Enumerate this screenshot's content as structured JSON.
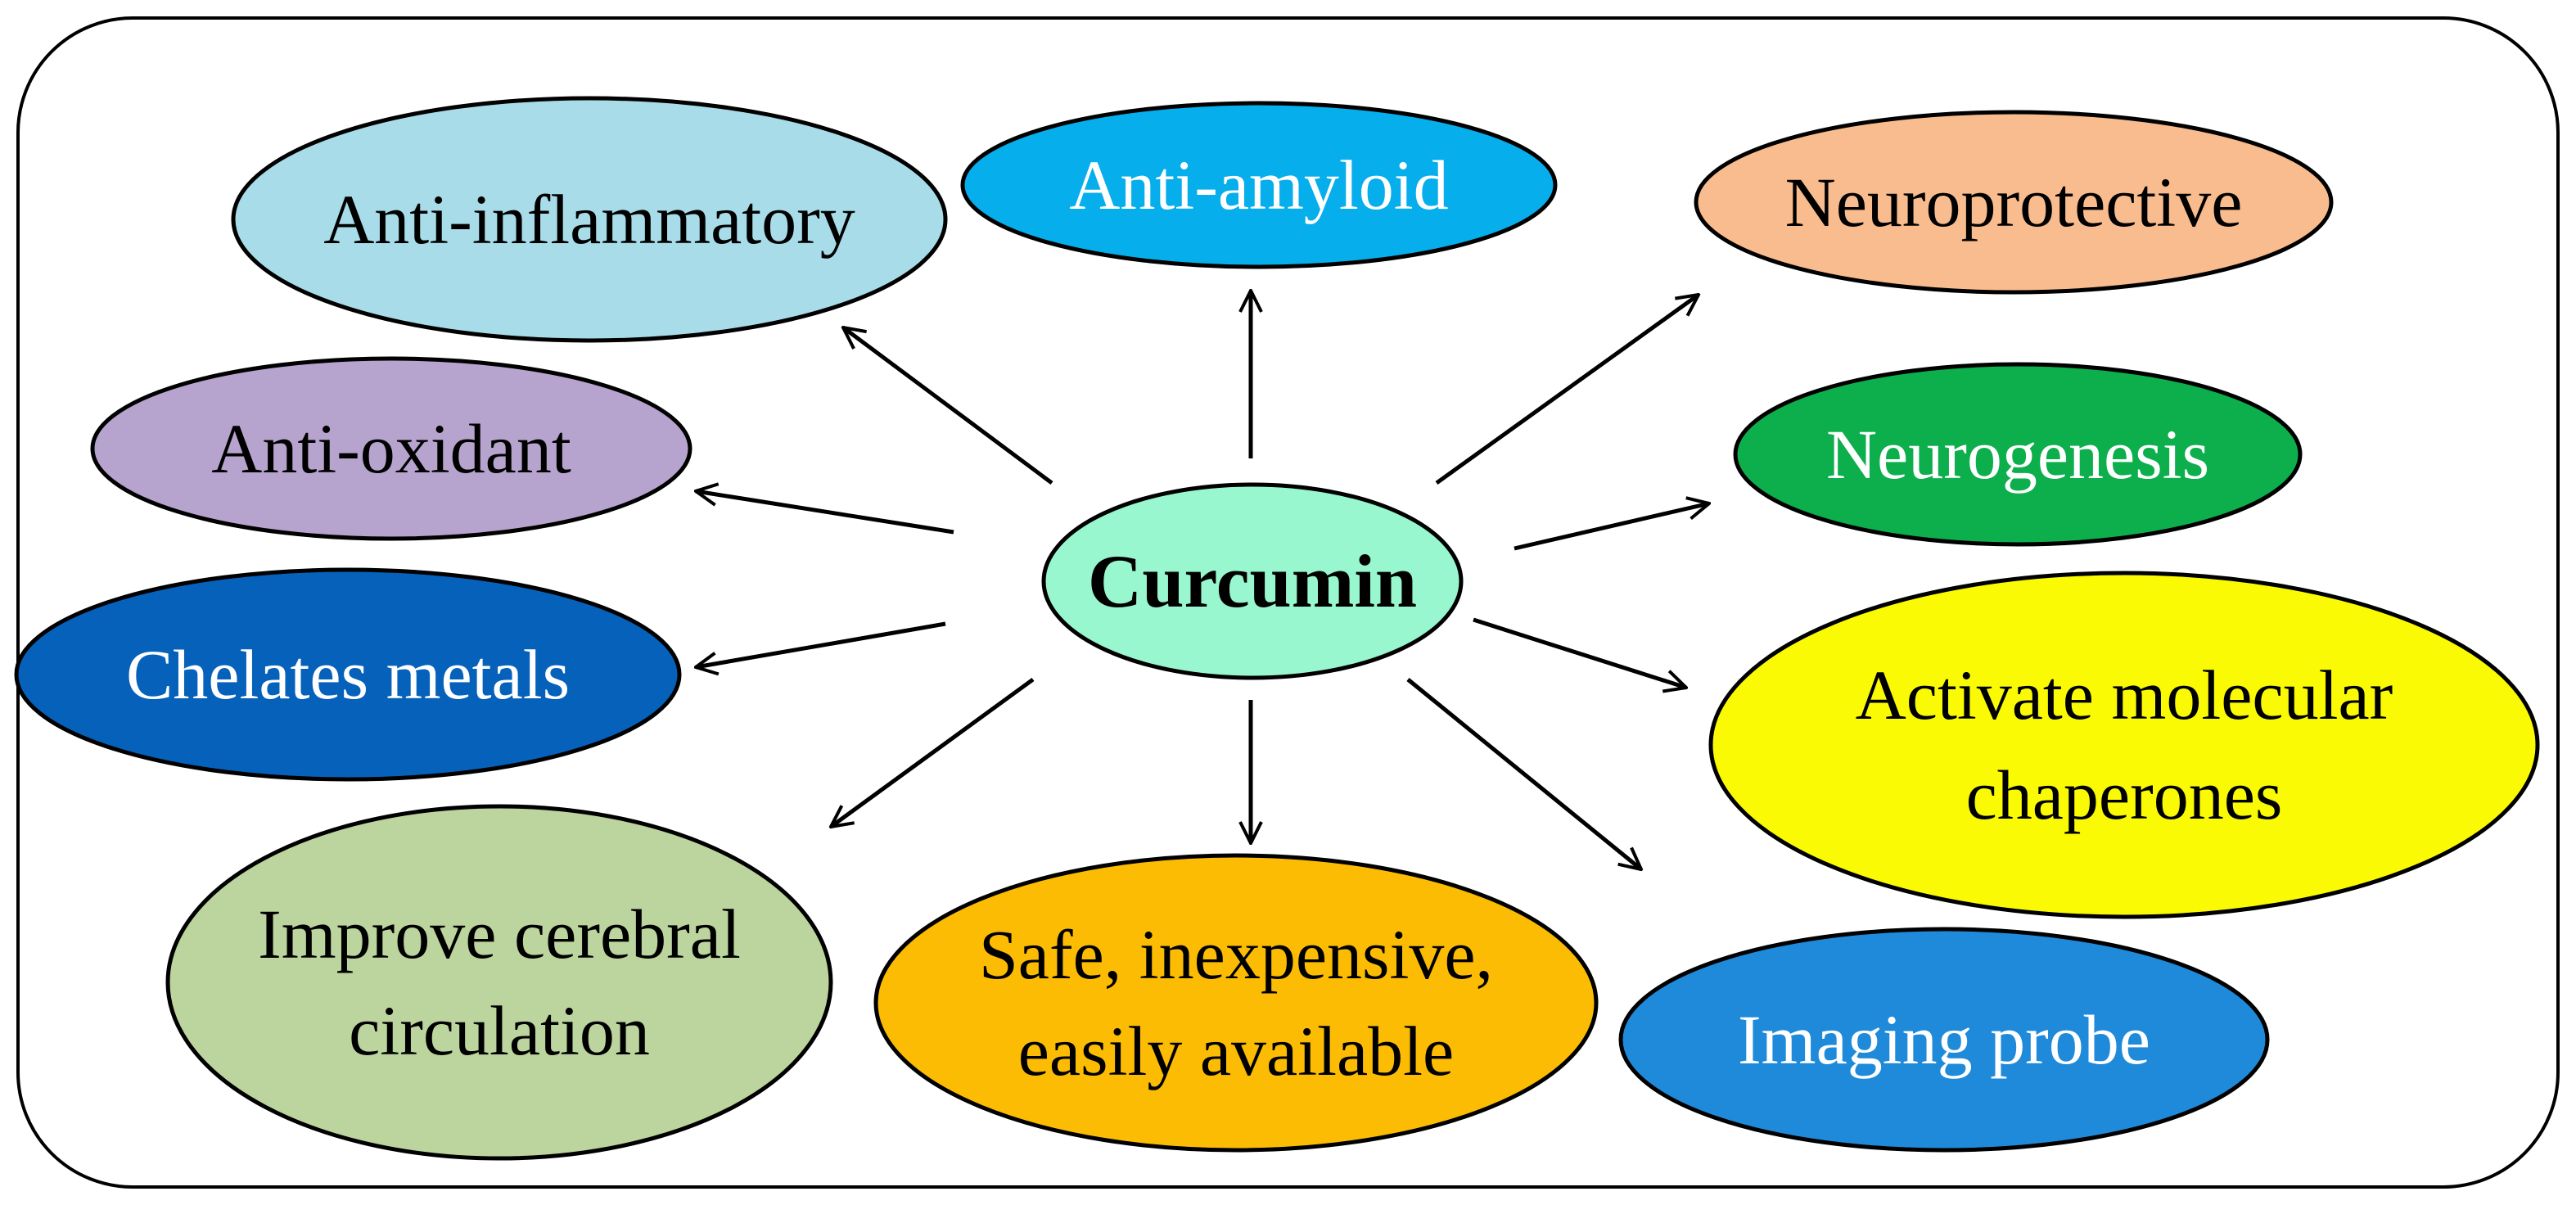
{
  "center": {
    "label": "Curcumin",
    "fill": "#99F7CF",
    "text_color": "#000000"
  },
  "nodes": [
    {
      "id": "anti-inflammatory",
      "lines": [
        "Anti-inflammatory"
      ],
      "fill": "#A8DCE8",
      "text_color": "#000000"
    },
    {
      "id": "anti-amyloid",
      "lines": [
        "Anti-amyloid"
      ],
      "fill": "#06AEEC",
      "text_color": "#ffffff"
    },
    {
      "id": "neuroprotective",
      "lines": [
        "Neuroprotective"
      ],
      "fill": "#F9BC8E",
      "text_color": "#000000"
    },
    {
      "id": "anti-oxidant",
      "lines": [
        "Anti-oxidant"
      ],
      "fill": "#B7A4CE",
      "text_color": "#000000"
    },
    {
      "id": "neurogenesis",
      "lines": [
        "Neurogenesis"
      ],
      "fill": "#0DAE4C",
      "text_color": "#ffffff"
    },
    {
      "id": "chelates-metals",
      "lines": [
        "Chelates metals"
      ],
      "fill": "#0661BA",
      "text_color": "#ffffff"
    },
    {
      "id": "molecular-chaperones",
      "lines": [
        "Activate molecular",
        "chaperones"
      ],
      "fill": "#FAFA05",
      "text_color": "#000000"
    },
    {
      "id": "cerebral-circulation",
      "lines": [
        "Improve cerebral",
        "circulation"
      ],
      "fill": "#BCD49D",
      "text_color": "#000000"
    },
    {
      "id": "safe-inexpensive",
      "lines": [
        "Safe, inexpensive,",
        "easily available"
      ],
      "fill": "#FCBC04",
      "text_color": "#000000"
    },
    {
      "id": "imaging-probe",
      "lines": [
        "Imaging probe"
      ],
      "fill": "#1F8AD9",
      "text_color": "#ffffff"
    }
  ]
}
